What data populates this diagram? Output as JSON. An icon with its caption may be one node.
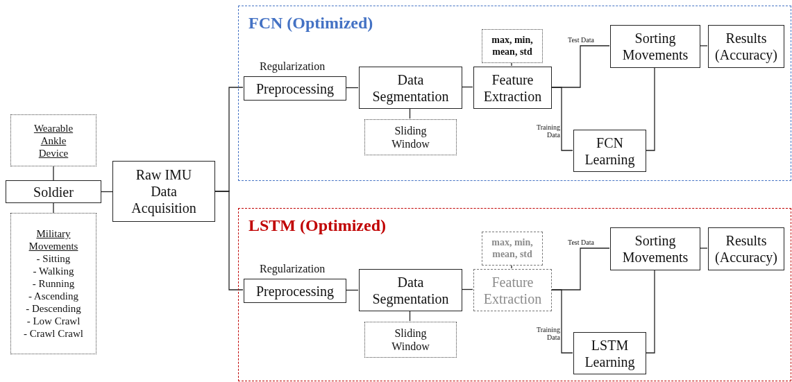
{
  "diagram": {
    "nodes": [
      {
        "text": [
          "Wearable Ankle Device"
        ]
      },
      {
        "text": [
          "Soldier"
        ]
      },
      {
        "text": [
          "Military Movements",
          "- Sitting",
          "- Walking",
          "- Running",
          "- Ascending",
          "- Descending",
          "- Low Crawl",
          "- Crawl Crawl"
        ]
      },
      {
        "text": [
          "Raw IMU Data Acquisition"
        ]
      },
      {
        "text": [
          "FCN (Optimized)"
        ]
      },
      {
        "text": [
          "Preprocessing"
        ],
        "beside": [
          "Regularization"
        ],
        "in": 4
      },
      {
        "text": [
          "Data Segmentation"
        ],
        "in": 4
      },
      {
        "text": [
          "Sliding Window"
        ],
        "in": 4
      },
      {
        "text": [
          "max, min, mean, std"
        ],
        "in": 4
      },
      {
        "text": [
          "Feature Extraction"
        ],
        "in": 4
      },
      {
        "text": [
          "Sorting Movements"
        ],
        "in": 4
      },
      {
        "text": [
          "Results (Accuracy)"
        ],
        "in": 4
      },
      {
        "text": [
          "FCN Learning"
        ],
        "in": 4
      },
      {
        "text": [
          "LSTM (Optimized)"
        ]
      },
      {
        "text": [
          "Preprocessing"
        ],
        "beside": [
          "Regularization"
        ],
        "in": 13
      },
      {
        "text": [
          "Data Segmentation"
        ],
        "in": 13
      },
      {
        "text": [
          "Sliding Window"
        ],
        "in": 13
      },
      {
        "text": [
          "max, min, mean, std"
        ],
        "in": 13
      },
      {
        "text": [
          "Feature Extraction"
        ],
        "in": 13
      },
      {
        "text": [
          "Sorting Movements"
        ],
        "in": 13
      },
      {
        "text": [
          "Results (Accuracy)"
        ],
        "in": 13
      },
      {
        "text": [
          "LSTM Learning"
        ],
        "in": 13
      }
    ],
    "edges": [
      {
        "from": 1,
        "to": 0,
        "arrow": "none"
      },
      {
        "from": 1,
        "to": 2,
        "arrow": "none"
      },
      {
        "from": 1,
        "to": 3,
        "arrow": "none"
      },
      {
        "from": 3,
        "to": 5,
        "arrow": "none"
      },
      {
        "from": 3,
        "to": 14,
        "arrow": "none"
      },
      {
        "from": 5,
        "to": 6,
        "arrow": "none"
      },
      {
        "from": 6,
        "to": 7,
        "arrow": "none"
      },
      {
        "from": 8,
        "to": 9,
        "arrow": "none"
      },
      {
        "from": 6,
        "to": 9,
        "arrow": "none"
      },
      {
        "from": 9,
        "to": 10,
        "arrow": "none",
        "label": "Test Data"
      },
      {
        "from": 9,
        "to": 12,
        "arrow": "none",
        "label": "Training Data"
      },
      {
        "from": 12,
        "to": 10,
        "arrow": "none"
      },
      {
        "from": 10,
        "to": 11,
        "arrow": "none"
      },
      {
        "from": 14,
        "to": 15,
        "arrow": "none"
      },
      {
        "from": 15,
        "to": 16,
        "arrow": "none"
      },
      {
        "from": 17,
        "to": 18,
        "arrow": "none"
      },
      {
        "from": 15,
        "to": 18,
        "arrow": "none"
      },
      {
        "from": 18,
        "to": 19,
        "arrow": "none",
        "label": "Test Data"
      },
      {
        "from": 18,
        "to": 21,
        "arrow": "none",
        "label": "Training Data"
      },
      {
        "from": 21,
        "to": 19,
        "arrow": "none"
      },
      {
        "from": 19,
        "to": 20,
        "arrow": "none"
      }
    ]
  }
}
